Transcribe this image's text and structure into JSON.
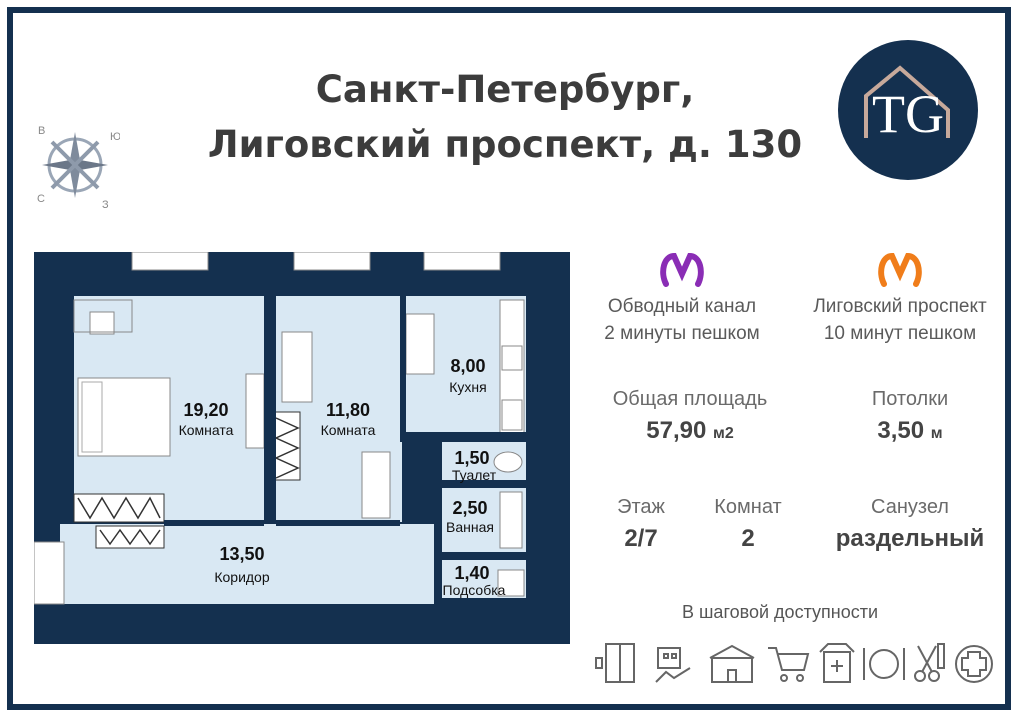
{
  "header": {
    "title_line1": "Санкт-Петербург,",
    "title_line2": "Лиговский  проспект, д. 130"
  },
  "logo": {
    "text": "TG",
    "color": "#14304f"
  },
  "compass": {
    "n": "В",
    "e": "Ю",
    "s": "З",
    "w": "С"
  },
  "rooms": [
    {
      "area": "19,20",
      "label": "Комната"
    },
    {
      "area": "11,80",
      "label": "Комната"
    },
    {
      "area": "8,00",
      "label": "Кухня"
    },
    {
      "area": "1,50",
      "label": "Туалет"
    },
    {
      "area": "2,50",
      "label": "Ванная"
    },
    {
      "area": "1,40",
      "label": "Подсобка"
    },
    {
      "area": "13,50",
      "label": "Коридор"
    }
  ],
  "metro": [
    {
      "name": "Обводный канал",
      "time": "2 минуты пешком",
      "color": "#8a2db5"
    },
    {
      "name": "Лиговский проспект",
      "time": "10 минут пешком",
      "color": "#f07d1a"
    }
  ],
  "stats": {
    "total_area": {
      "label": "Общая площадь",
      "value": "57,90",
      "unit": "м2"
    },
    "ceilings": {
      "label": "Потолки",
      "value": "3,50",
      "unit": "м"
    },
    "floor": {
      "label": "Этаж",
      "value": "2/7"
    },
    "rooms": {
      "label": "Комнат",
      "value": "2"
    },
    "bathroom": {
      "label": "Санузел",
      "value": "раздельный"
    }
  },
  "nearby": {
    "label": "В шаговой доступности",
    "icons": [
      "elevator-icon",
      "kindergarten-icon",
      "school-icon",
      "shopping-cart-icon",
      "pharmacy-icon",
      "restaurant-icon",
      "barber-icon",
      "medical-cross-icon"
    ]
  },
  "colors": {
    "frame": "#14304f",
    "wall": "#14304f",
    "floor": "#d9e8f3"
  }
}
